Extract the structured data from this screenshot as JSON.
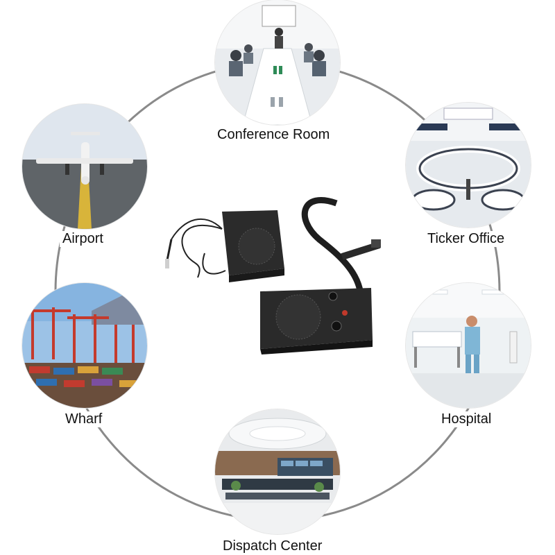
{
  "scenes": [
    {
      "id": "conference",
      "label": "Conference Room",
      "icon": "conference-room-photo"
    },
    {
      "id": "airport",
      "label": "Airport",
      "icon": "airport-photo"
    },
    {
      "id": "ticker",
      "label": "Ticker Office",
      "icon": "ticker-office-photo"
    },
    {
      "id": "wharf",
      "label": "Wharf",
      "icon": "wharf-photo"
    },
    {
      "id": "hospital",
      "label": "Hospital",
      "icon": "hospital-photo"
    },
    {
      "id": "dispatch",
      "label": "Dispatch Center",
      "icon": "dispatch-center-photo"
    }
  ],
  "product": {
    "icon": "window-intercom-system"
  }
}
